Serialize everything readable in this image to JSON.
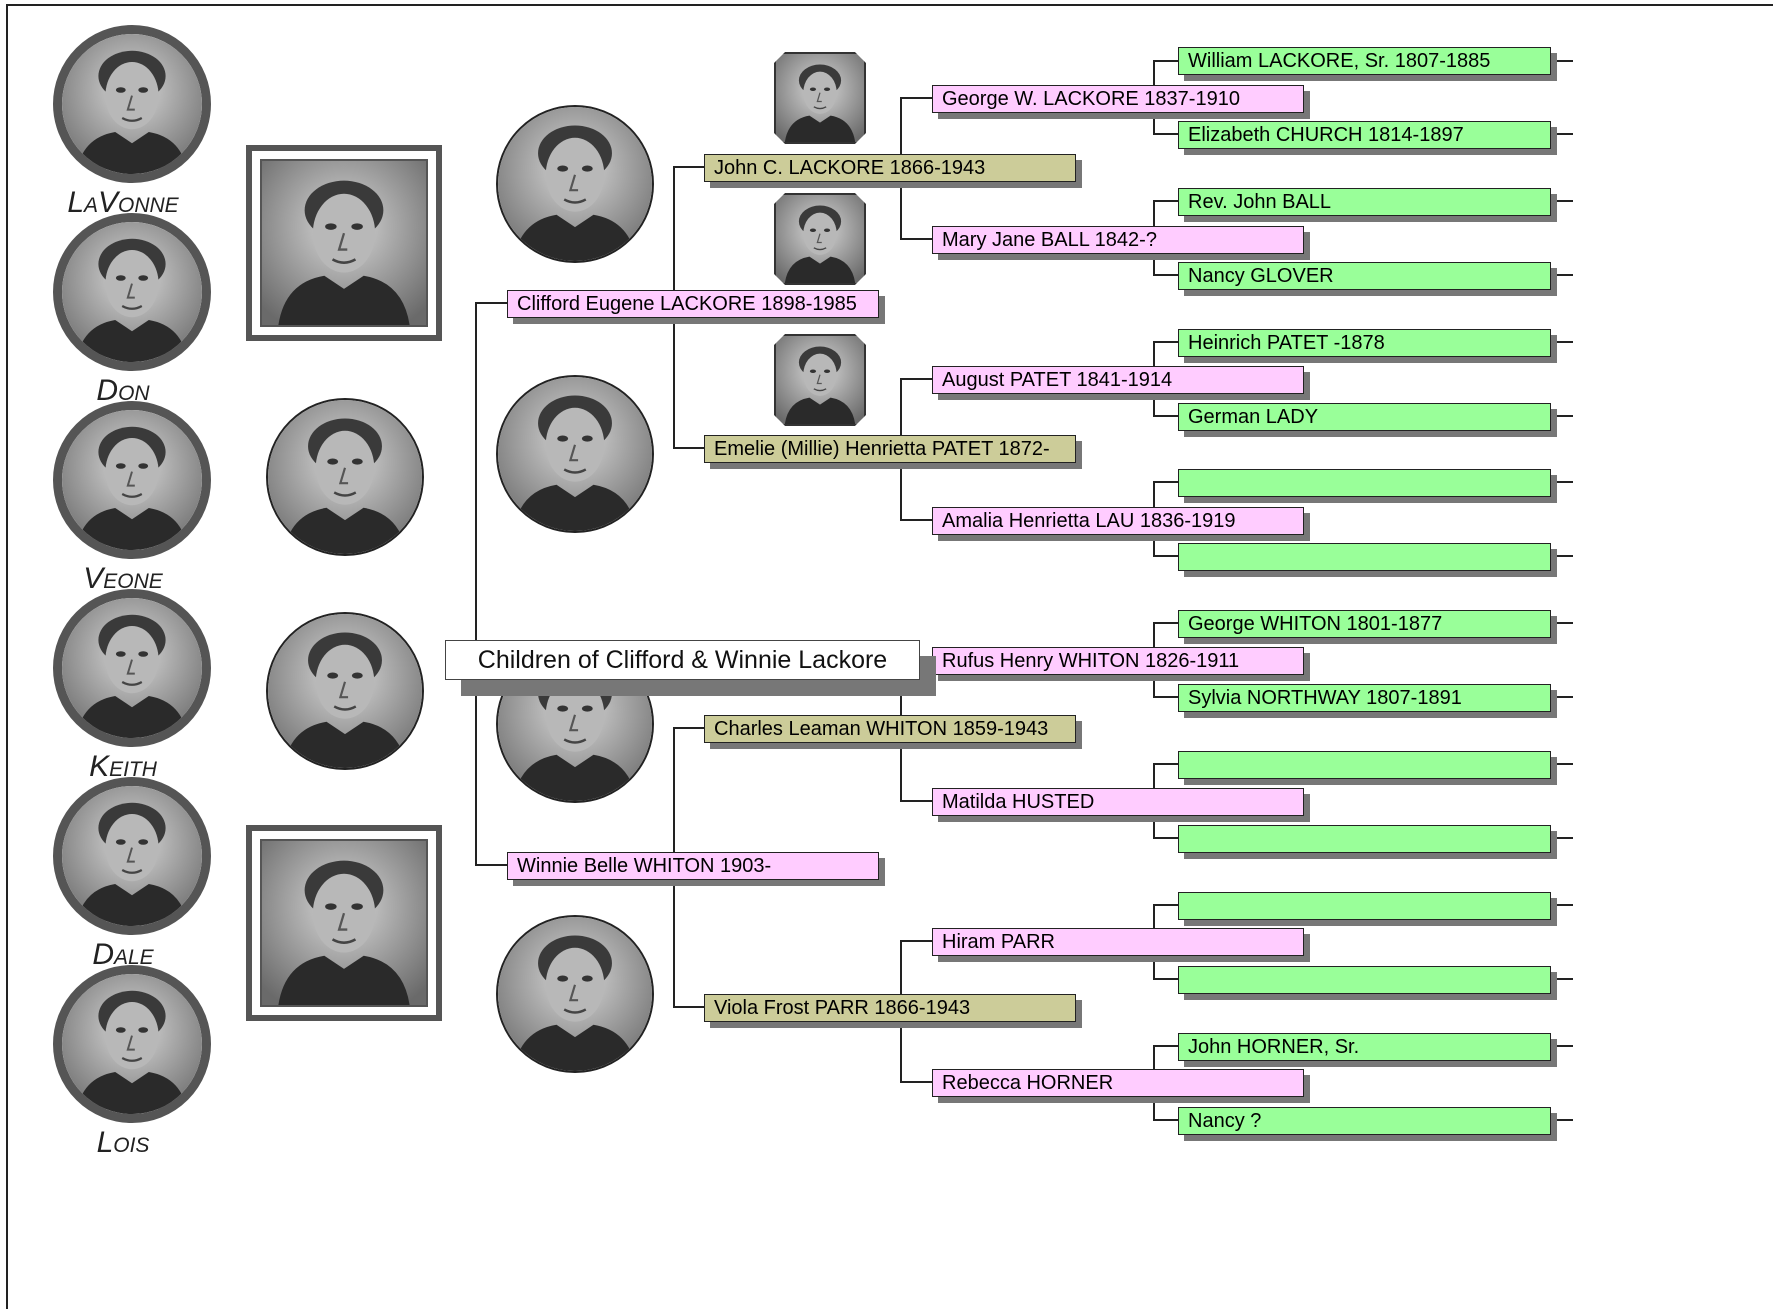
{
  "chart_title": "Children of Clifford & Winnie Lackore",
  "children": [
    "LaVonne",
    "Don",
    "Veone",
    "Keith",
    "Dale",
    "Lois"
  ],
  "parents": {
    "father": "Clifford Eugene LACKORE 1898-1985",
    "mother": "Winnie Belle WHITON 1903-"
  },
  "grandparents": [
    "John C. LACKORE 1866-1943",
    "Emelie (Millie) Henrietta PATET 1872-",
    "Charles Leaman WHITON 1859-1943",
    "Viola Frost PARR 1866-1943"
  ],
  "great_grandparents": [
    "George W. LACKORE 1837-1910",
    "Mary Jane BALL 1842-?",
    "August PATET 1841-1914",
    "Amalia Henrietta LAU 1836-1919",
    "Rufus Henry WHITON 1826-1911",
    "Matilda HUSTED",
    "Hiram PARR",
    "Rebecca HORNER"
  ],
  "gg_grandparents": [
    "William LACKORE, Sr. 1807-1885",
    "Elizabeth CHURCH 1814-1897",
    "Rev. John BALL",
    "Nancy GLOVER",
    "Heinrich PATET -1878",
    "German LADY",
    "",
    "",
    "George WHITON 1801-1877",
    "Sylvia NORTHWAY 1807-1891",
    "",
    "",
    "",
    "",
    "John HORNER, Sr.",
    "Nancy ?"
  ],
  "colors": {
    "parents": "#ffccff",
    "grandparents": "#cccc99",
    "great_grandparents": "#ffccff",
    "gg_grandparents": "#99ff99",
    "frame": "#555555"
  }
}
